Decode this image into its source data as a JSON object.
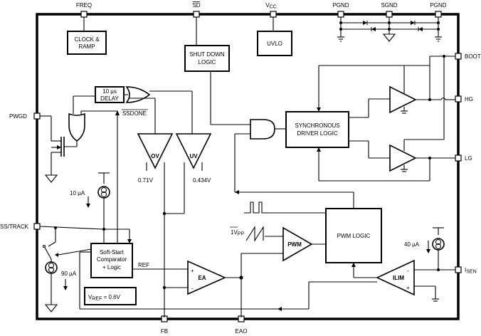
{
  "pins": {
    "freq": "FREQ",
    "sd": "SD",
    "vcc_main": "V",
    "vcc_sub": "CC",
    "pgnd_left": "PGND",
    "sgnd": "SGND",
    "pgnd_right": "PGND",
    "boot": "BOOT",
    "hg": "HG",
    "lg": "LG",
    "pwgd": "PWGD",
    "ss_track": "SS/TRACK",
    "isen_main": "I",
    "isen_sub": "SEN",
    "fb": "FB",
    "eao": "EAO"
  },
  "blocks": {
    "clock_line1": "CLOCK &",
    "clock_line2": "RAMP",
    "shutdown_line1": "SHUT DOWN",
    "shutdown_line2": "LOGIC",
    "uvlo": "UVLO",
    "delay_line1": "10 µs",
    "delay_line2": "DELAY",
    "ssdone": "SSDONE",
    "sync_line1": "SYNCHRONOUS",
    "sync_line2": "DRIVER LOGIC",
    "pwm_logic": "PWM LOGIC",
    "softstart_line1": "Soft-Start",
    "softstart_line2": "Comparator",
    "softstart_line3": "+ Logic",
    "vref_main": "V",
    "vref_sub": "REF",
    "vref_value": " = 0.6V",
    "ref": "REF"
  },
  "amps": {
    "ov": "OV",
    "uv": "UV",
    "ov_threshold": "0.71V",
    "uv_threshold": "0.434V",
    "ea": "EA",
    "pwm": "PWM",
    "ilim": "ILIM",
    "plus": "+",
    "minus": "-"
  },
  "sources": {
    "i10": "10 µA",
    "i90": "90 µA",
    "i40": "40 µA",
    "vpp": "1V",
    "vpp_sub": "PP"
  }
}
